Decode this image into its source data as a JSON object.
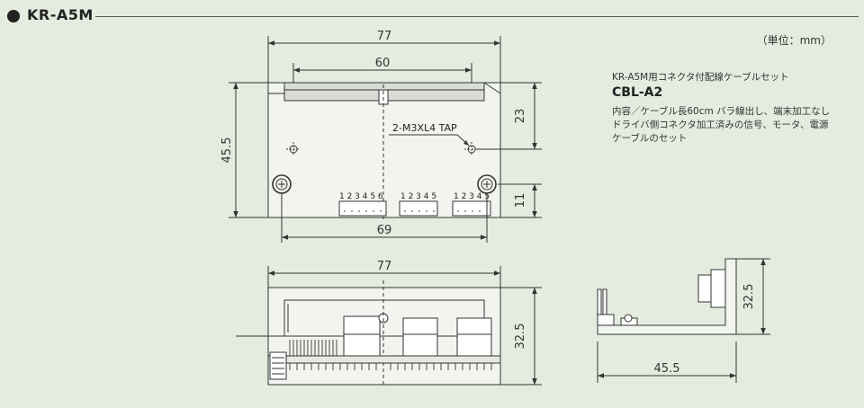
{
  "header": {
    "title": "KR-A5M"
  },
  "unit_note": "（単位：mm）",
  "spec": {
    "cable_set": "KR-A5M用コネクタ付配線ケーブルセット",
    "model": "CBL-A2",
    "description": "内容／ケーブル長60cm バラ線出し、端末加工なし\nドライバ側コネクタ加工済みの信号、モータ、電源\nケーブルのセット"
  },
  "dims": {
    "top_width": "77",
    "top_hole_pitch": "60",
    "top_height": "45.5",
    "top_right_upper": "23",
    "top_right_lower": "11",
    "top_bottom": "69",
    "tap_label": "2-M3XL4 TAP",
    "front_width": "77",
    "front_height": "32.5",
    "side_height": "32.5",
    "side_width": "45.5"
  },
  "connectors": [
    {
      "pins": "1 2 3 4 5 6"
    },
    {
      "pins": "1 2 3 4 5"
    },
    {
      "pins": "1 2 3 4 5"
    }
  ]
}
